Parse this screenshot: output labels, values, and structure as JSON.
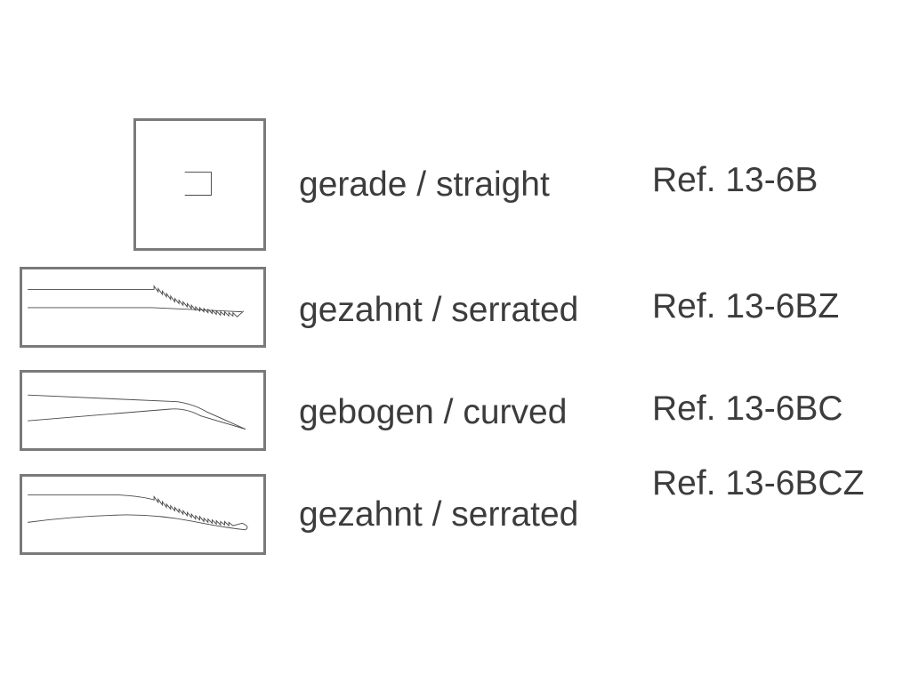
{
  "tips": [
    {
      "label": "gerade / straight",
      "ref": "Ref. 13-6B"
    },
    {
      "label": "gezahnt / serrated",
      "ref": "Ref. 13-6BZ"
    },
    {
      "label": "gebogen / curved",
      "ref": "Ref. 13-6BC"
    },
    {
      "label": "gezahnt / serrated",
      "ref": "Ref. 13-6BCZ"
    }
  ],
  "colors": {
    "frame_border": "#7a7a7a",
    "line": "#4a4a4a",
    "text": "#3c3c3c"
  }
}
